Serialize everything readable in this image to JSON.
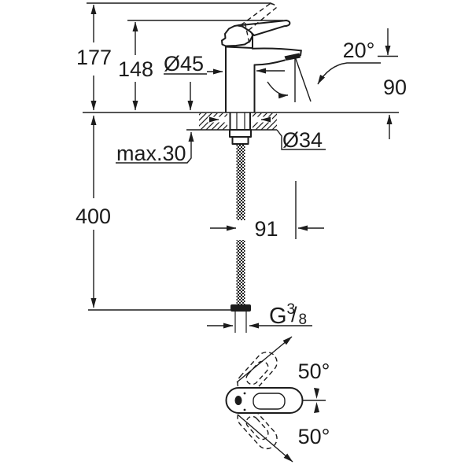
{
  "colors": {
    "line": "#1c1c1c",
    "background": "#ffffff"
  },
  "side_view": {
    "dim_overall_height": "177",
    "dim_lever_height": "148",
    "dim_body_diameter": "Ø45",
    "dim_spout_angle": "20°",
    "dim_outlet_height": "90",
    "dim_deck_thickness": "max.30",
    "dim_hole_diameter": "Ø34",
    "dim_hose_length": "400",
    "dim_spout_reach": "91",
    "thread": {
      "g": "G",
      "numerator": "3",
      "slash": "/",
      "denominator": "8"
    }
  },
  "plan_view": {
    "dim_swivel_upper": "50°",
    "dim_swivel_lower": "50°"
  }
}
